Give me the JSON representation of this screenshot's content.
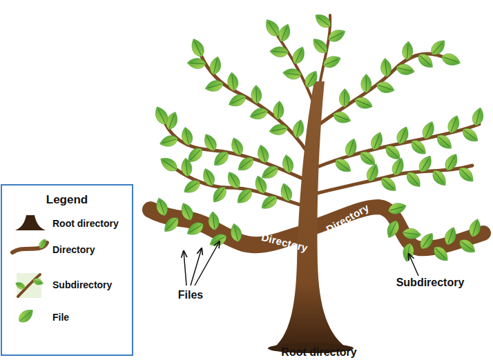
{
  "diagram": {
    "labels": [
      "Directory",
      "Directory",
      "Files",
      "Subdirectory",
      "Root directory",
      "Legend"
    ],
    "legend": [
      {
        "text": "Root directory"
      },
      {
        "text": "Directory"
      },
      {
        "text": "Subdirectory"
      },
      {
        "text": "File"
      }
    ]
  }
}
